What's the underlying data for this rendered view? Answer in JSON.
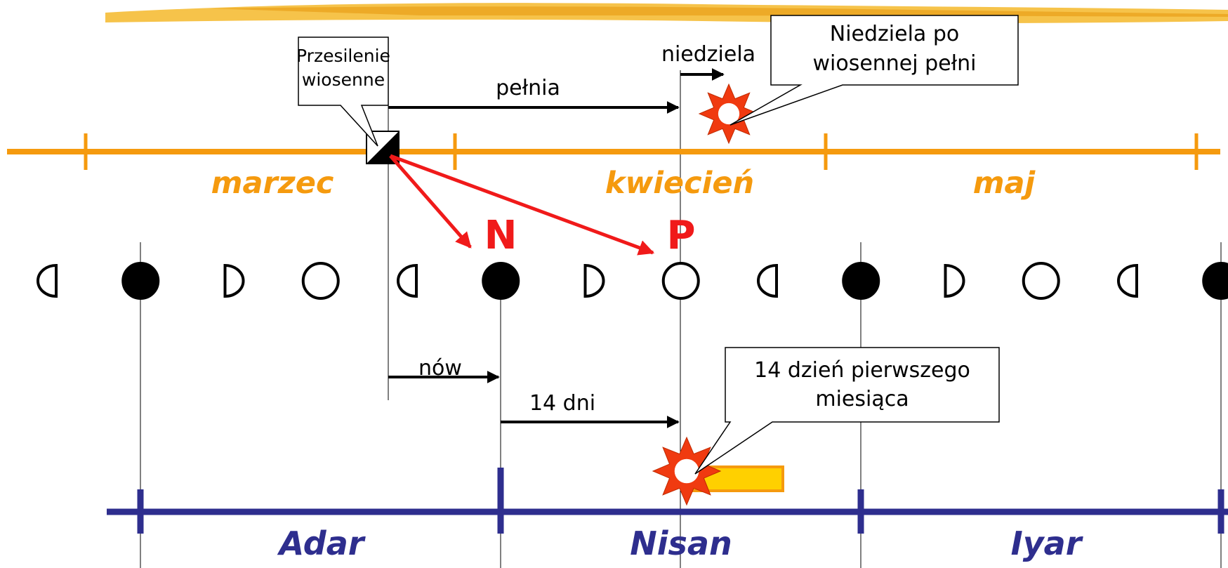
{
  "colors": {
    "gregorian_axis": "#F59A0E",
    "jewish_axis": "#2E2E8E",
    "arrow_red": "#F01A1A",
    "sun_fill": "#F03A10",
    "sun_inner": "#FFFFFF",
    "rect_fill": "#FFD000",
    "rect_border": "#F59A0E",
    "moon": "#000000",
    "line": "#000000"
  },
  "gregorian_months": [
    "marzec",
    "kwiecień",
    "maj"
  ],
  "jewish_months": [
    "Adar",
    "Nisan",
    "Iyar"
  ],
  "callouts": {
    "equinox": [
      "Przesilenie",
      "wiosenne"
    ],
    "sunday_after_full": [
      "Niedziela po",
      "wiosennej pełni"
    ],
    "fourteenth_day": [
      "14 dzień pierwszego",
      "miesiąca"
    ]
  },
  "arrow_labels": {
    "full_moon": "pełnia",
    "sunday": "niedziela",
    "new_moon": "nów",
    "fourteen_days": "14 dni"
  },
  "markers": {
    "new_moon": "N",
    "full_moon": "P"
  },
  "moon_phases": [
    "last-quarter",
    "new",
    "first-quarter",
    "full",
    "last-quarter",
    "new",
    "first-quarter",
    "full",
    "last-quarter",
    "new",
    "first-quarter",
    "full",
    "last-quarter",
    "new"
  ]
}
